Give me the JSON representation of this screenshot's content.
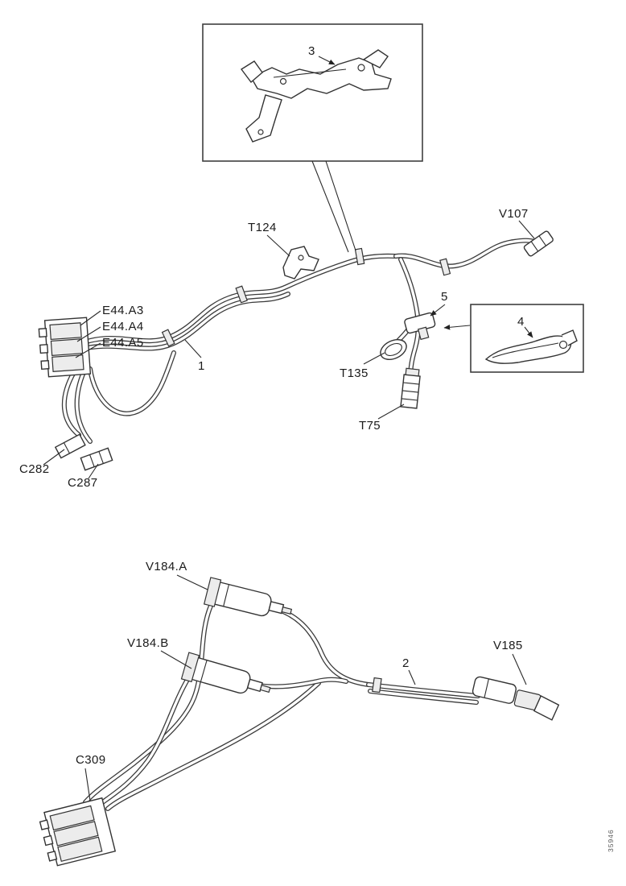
{
  "figure": {
    "labels": {
      "t124": "T124",
      "v107": "V107",
      "e44_a3": "E44.A3",
      "e44_a4": "E44.A4",
      "e44_a5": "E44.A5",
      "c282": "C282",
      "c287": "C287",
      "t135": "T135",
      "t75": "T75",
      "v184_a": "V184.A",
      "v184_b": "V184.B",
      "v185": "V185",
      "c309": "C309"
    },
    "callouts": {
      "item1": "1",
      "item2": "2",
      "item3": "3",
      "item4": "4",
      "item5": "5"
    },
    "side_code": "35946"
  }
}
